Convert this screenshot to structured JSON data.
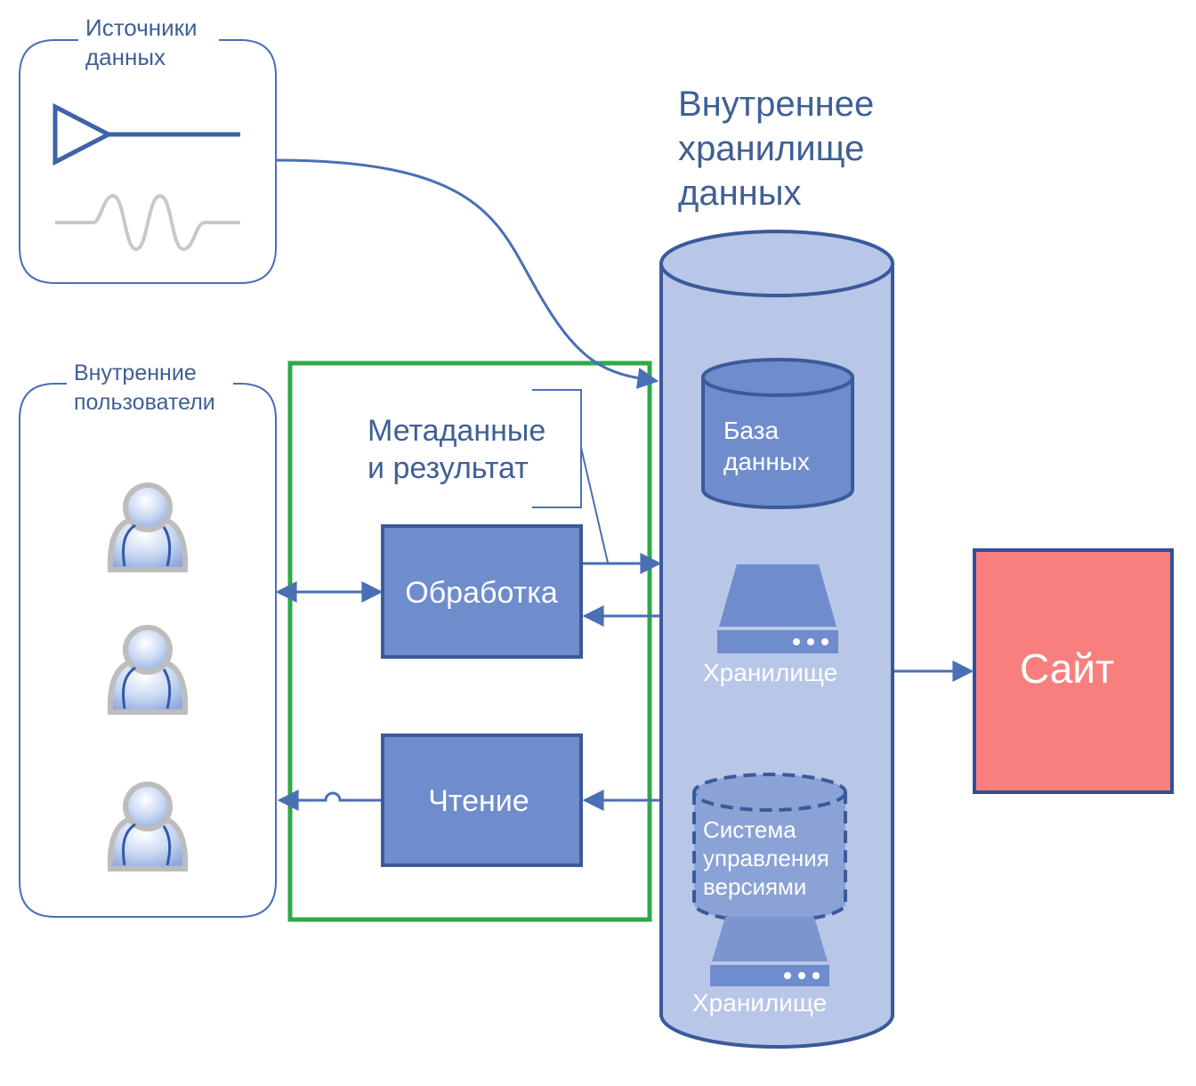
{
  "sources": {
    "title_line1": "Источники",
    "title_line2": "данных"
  },
  "users": {
    "title_line1": "Внутренние",
    "title_line2": "пользователи"
  },
  "meta": {
    "line1": "Метаданные",
    "line2": "и результат"
  },
  "processing": {
    "label": "Обработка"
  },
  "reading": {
    "label": "Чтение"
  },
  "storage": {
    "title_line1": "Внутреннее",
    "title_line2": "хранилище",
    "title_line3": "данных",
    "database_line1": "База",
    "database_line2": "данных",
    "storage1_label": "Хранилище",
    "vcs_line1": "Система",
    "vcs_line2": "управления",
    "vcs_line3": "версиями",
    "storage2_label": "Хранилище"
  },
  "site": {
    "label": "Сайт"
  },
  "colors": {
    "line": "#4a6fb5",
    "box_fill": "#6f8ccc",
    "box_stroke": "#3b5a9a",
    "cylinder_fill": "#b8c6e8",
    "highlight": "#2eaa4a",
    "site_fill": "#f97f7f",
    "site_stroke": "#2f4f9a"
  },
  "icons": [
    "antenna-icon",
    "signal-wave-icon",
    "user-icon",
    "database-icon",
    "server-icon"
  ]
}
